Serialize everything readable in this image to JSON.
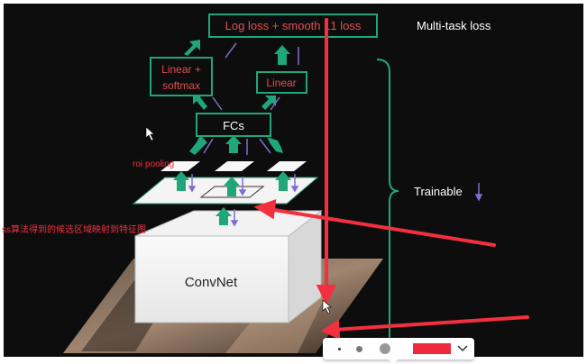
{
  "slide": {
    "top_loss_box": "Log loss + smooth L1 loss",
    "multitask_label": "Multi-task loss",
    "linear_softmax_line1": "Linear +",
    "linear_softmax_line2": "softmax",
    "linear_box": "Linear",
    "fcs_box": "FCs",
    "trainable_label": "Trainable",
    "convnet_label": "ConvNet"
  },
  "annotations": {
    "roi_pooling": "roi pooling",
    "candidate_mapping": "ss算法得到的候选区域映射到特征图"
  },
  "toolbar": {
    "small_dot_icon": "pen-size-small-icon",
    "medium_dot_icon": "pen-size-medium-icon",
    "large_dot_icon": "pen-size-large-icon",
    "color": "#ee2b3a",
    "dropdown_icon": "chevron-down-icon"
  },
  "colors": {
    "box_border": "#1fa67a",
    "box_text": "#e05050",
    "arrow_teal": "#1fa67a",
    "arrow_purple": "#7c6fcf",
    "annotation_red": "#f2303f",
    "background": "#0d0d0d"
  }
}
